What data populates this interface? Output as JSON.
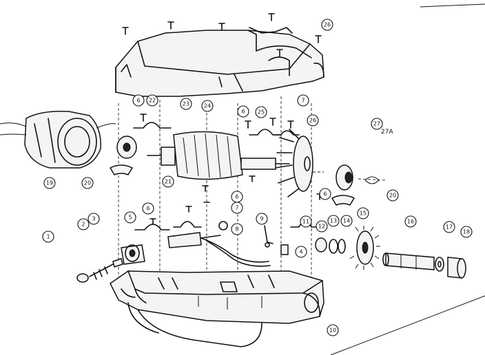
{
  "callouts": [
    {
      "id": "c1",
      "label": "1"
    },
    {
      "id": "c2",
      "label": "2"
    },
    {
      "id": "c3",
      "label": "3"
    },
    {
      "id": "c4",
      "label": "4"
    },
    {
      "id": "c5",
      "label": "5"
    },
    {
      "id": "c6a",
      "label": "6"
    },
    {
      "id": "c6b",
      "label": "6"
    },
    {
      "id": "c6c",
      "label": "6"
    },
    {
      "id": "c6d",
      "label": "6"
    },
    {
      "id": "c6e",
      "label": "6"
    },
    {
      "id": "c7a",
      "label": "7"
    },
    {
      "id": "c7b",
      "label": "7"
    },
    {
      "id": "c8",
      "label": "8"
    },
    {
      "id": "c9",
      "label": "9"
    },
    {
      "id": "c10",
      "label": "10"
    },
    {
      "id": "c11",
      "label": "11"
    },
    {
      "id": "c12",
      "label": "12"
    },
    {
      "id": "c13",
      "label": "13"
    },
    {
      "id": "c14",
      "label": "14"
    },
    {
      "id": "c15",
      "label": "15"
    },
    {
      "id": "c16",
      "label": "16"
    },
    {
      "id": "c17",
      "label": "17"
    },
    {
      "id": "c18",
      "label": "18"
    },
    {
      "id": "c19",
      "label": "19"
    },
    {
      "id": "c20a",
      "label": "20"
    },
    {
      "id": "c20b",
      "label": "20"
    },
    {
      "id": "c21",
      "label": "21"
    },
    {
      "id": "c22",
      "label": "22"
    },
    {
      "id": "c23",
      "label": "23"
    },
    {
      "id": "c24",
      "label": "24"
    },
    {
      "id": "c25",
      "label": "25"
    },
    {
      "id": "c26a",
      "label": "26"
    },
    {
      "id": "c26b",
      "label": "26"
    },
    {
      "id": "c27",
      "label": "27"
    }
  ],
  "plain_labels": {
    "label_27a": "27A"
  }
}
